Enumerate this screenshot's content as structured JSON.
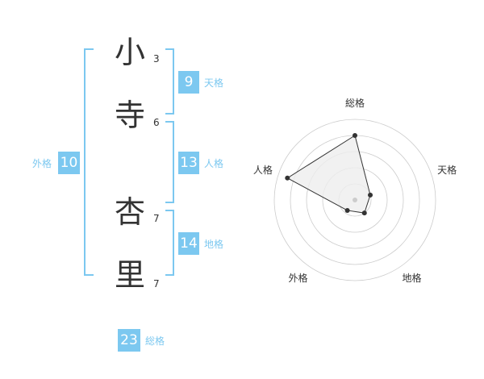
{
  "characters": [
    {
      "char": "小",
      "strokes": "3"
    },
    {
      "char": "寺",
      "strokes": "6"
    },
    {
      "char": "杏",
      "strokes": "7"
    },
    {
      "char": "里",
      "strokes": "7"
    }
  ],
  "fortunes": {
    "tenkaku": {
      "value": "9",
      "label": "天格"
    },
    "jinkaku": {
      "value": "13",
      "label": "人格"
    },
    "chikaku": {
      "value": "14",
      "label": "地格"
    },
    "gaikaku": {
      "value": "10",
      "label": "外格"
    },
    "soukaku": {
      "value": "23",
      "label": "総格"
    }
  },
  "colors": {
    "accent": "#7cc8f0",
    "text": "#333333",
    "grid": "#cccccc",
    "fill": "#eeeeee"
  },
  "chart_data": {
    "type": "radar",
    "axes": [
      "総格",
      "天格",
      "地格",
      "外格",
      "人格"
    ],
    "values": [
      4,
      1,
      1,
      0.8,
      4.4
    ],
    "range": [
      0,
      5
    ],
    "rings": 5
  }
}
